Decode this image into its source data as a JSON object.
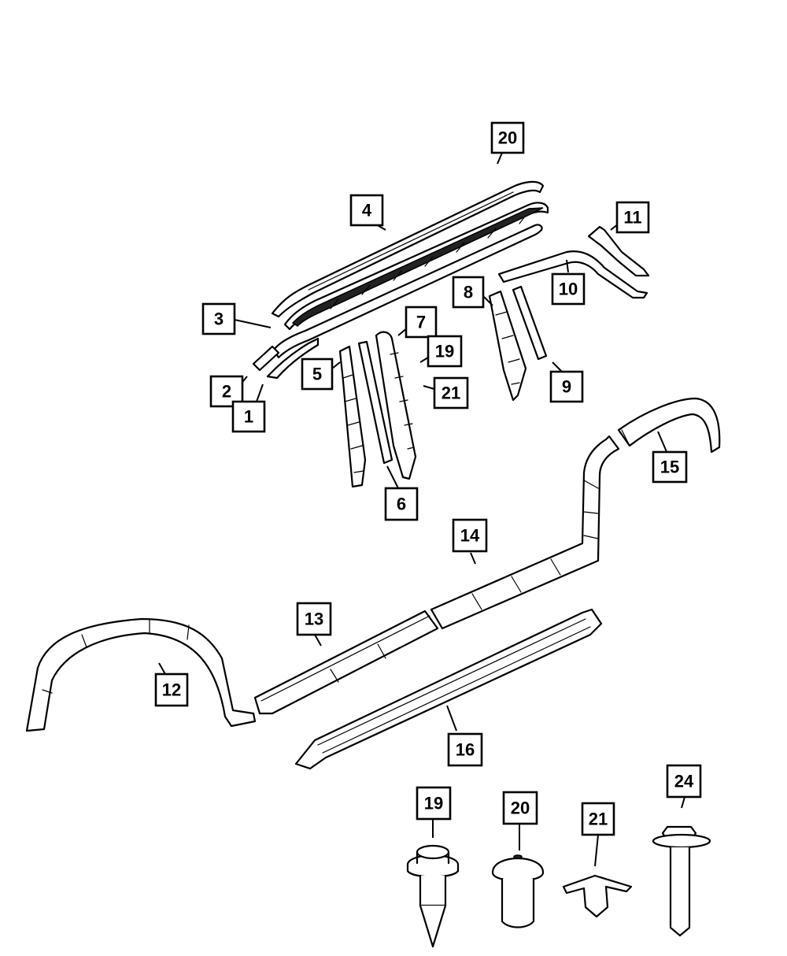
{
  "callouts": [
    {
      "id": "c20a",
      "label": "20"
    },
    {
      "id": "c4",
      "label": "4"
    },
    {
      "id": "c11",
      "label": "11"
    },
    {
      "id": "c10",
      "label": "10"
    },
    {
      "id": "c8",
      "label": "8"
    },
    {
      "id": "c3",
      "label": "3"
    },
    {
      "id": "c7",
      "label": "7"
    },
    {
      "id": "c19a",
      "label": "19"
    },
    {
      "id": "c5",
      "label": "5"
    },
    {
      "id": "c21a",
      "label": "21"
    },
    {
      "id": "c9",
      "label": "9"
    },
    {
      "id": "c2",
      "label": "2"
    },
    {
      "id": "c1",
      "label": "1"
    },
    {
      "id": "c6",
      "label": "6"
    },
    {
      "id": "c15",
      "label": "15"
    },
    {
      "id": "c14",
      "label": "14"
    },
    {
      "id": "c13",
      "label": "13"
    },
    {
      "id": "c12",
      "label": "12"
    },
    {
      "id": "c16",
      "label": "16"
    },
    {
      "id": "c24",
      "label": "24"
    },
    {
      "id": "c19b",
      "label": "19"
    },
    {
      "id": "c20b",
      "label": "20"
    },
    {
      "id": "c21b",
      "label": "21"
    }
  ]
}
